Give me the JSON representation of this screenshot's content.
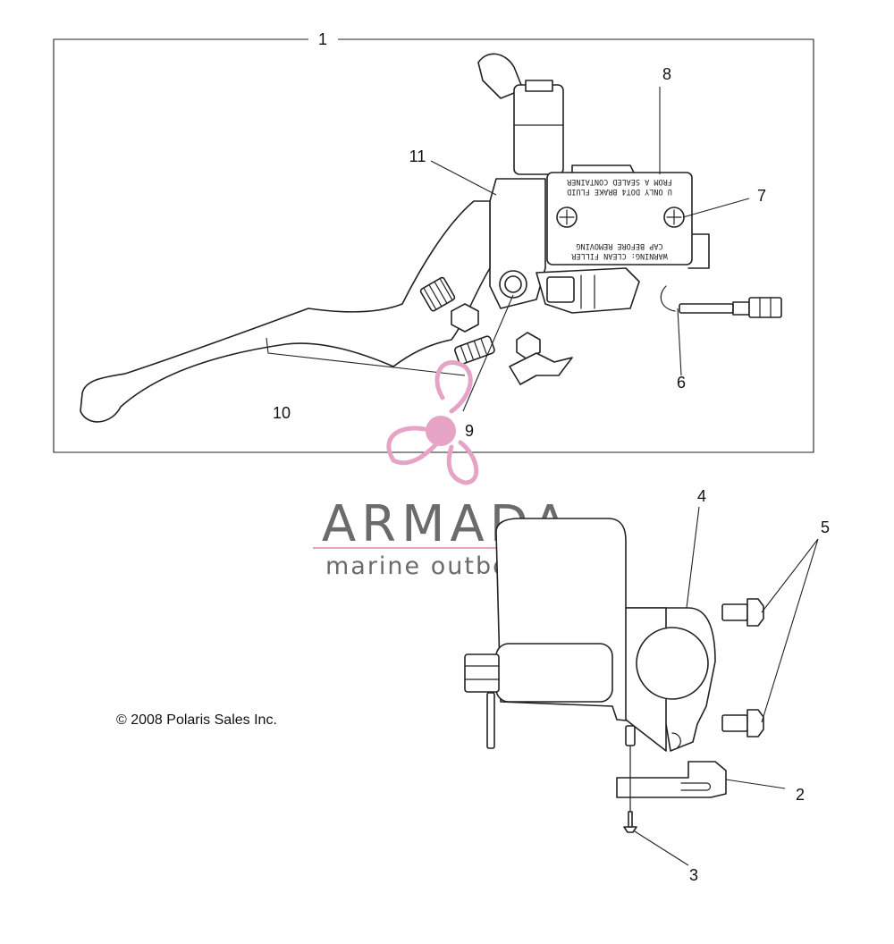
{
  "callouts": {
    "c1": "1",
    "c2": "2",
    "c3": "3",
    "c4": "4",
    "c5": "5",
    "c6": "6",
    "c7": "7",
    "c8": "8",
    "c9": "9",
    "c10": "10",
    "c11": "11"
  },
  "reservoir_cap": {
    "line1": "U  ONLY DOT4 BRAKE FLUID",
    "line2": "FROM A SEALED CONTAINER",
    "line3": "WARNING: CLEAN FILLER",
    "line4": "CAP BEFORE REMOVING"
  },
  "copyright": "© 2008 Polaris Sales Inc.",
  "watermark": {
    "brand": "ARMADA",
    "tagline": "marine outboards",
    "brand_color": "#6b6b6b",
    "accent_color": "#e6a3c6"
  }
}
